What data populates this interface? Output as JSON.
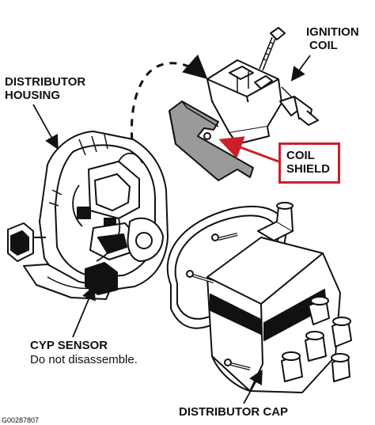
{
  "labels": {
    "ignition_coil_line1": "IGNITION",
    "ignition_coil_line2": "COIL",
    "distributor_housing_line1": "DISTRIBUTOR",
    "distributor_housing_line2": "HOUSING",
    "coil_shield_line1": "COIL",
    "coil_shield_line2": "SHIELD",
    "cyp_sensor": "CYP SENSOR",
    "cyp_note": "Do not disassemble.",
    "distributor_cap": "DISTRIBUTOR CAP",
    "figure_code": "G00287807"
  },
  "colors": {
    "line": "#111111",
    "callout": "#cc1f2a",
    "shield_fill": "#9a9a9a"
  }
}
